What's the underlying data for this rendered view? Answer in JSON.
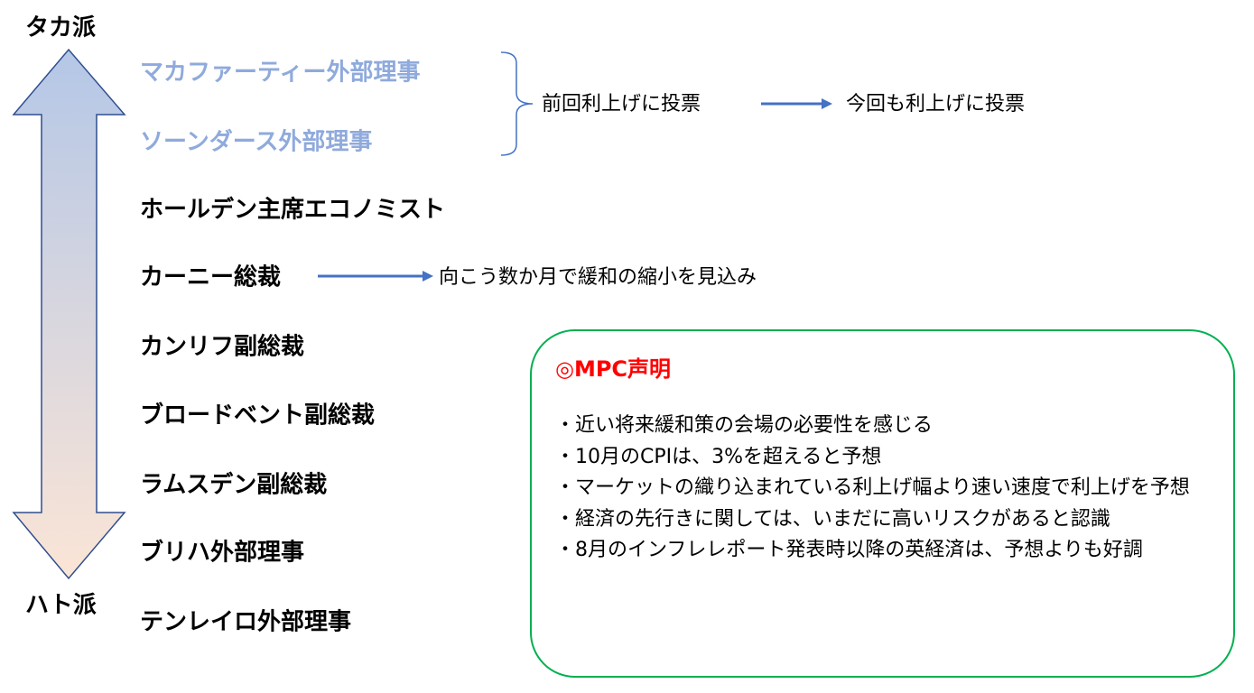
{
  "axis": {
    "top_label": "タカ派",
    "bottom_label": "ハト派",
    "gradient_top": "#b4c7e7",
    "gradient_bottom": "#fbe5d6",
    "stroke": "#2f4f8f"
  },
  "members": [
    {
      "name": "マカファーティー外部理事",
      "highlight": true
    },
    {
      "name": "ソーンダース外部理事",
      "highlight": true
    },
    {
      "name": "ホールデン主席エコノミスト",
      "highlight": false
    },
    {
      "name": "カーニー総裁",
      "highlight": false
    },
    {
      "name": "カンリフ副総裁",
      "highlight": false
    },
    {
      "name": "ブロードベント副総裁",
      "highlight": false
    },
    {
      "name": "ラムスデン副総裁",
      "highlight": false
    },
    {
      "name": "ブリハ外部理事",
      "highlight": false
    },
    {
      "name": "テンレイロ外部理事",
      "highlight": false
    }
  ],
  "hawk_note": {
    "previous": "前回利上げに投票",
    "current": "今回も利上げに投票"
  },
  "carney_note": "向こう数か月で緩和の縮小を見込み",
  "mpc": {
    "title": "◎MPC声明",
    "lines": [
      "・近い将来緩和策の会場の必要性を感じる",
      "・10月のCPIは、3%を超えると予想",
      "・マーケットの織り込まれている利上げ幅より速い速度で利上げを予想",
      "・経済の先行きに関しては、いまだに高いリスクがあると認識",
      "・8月のインフレレポート発表時以降の英経済は、予想よりも好調"
    ]
  },
  "colors": {
    "hawk_text": "#8faadc",
    "arrow": "#4472c4",
    "box_border": "#00b050",
    "title": "#ff0000"
  }
}
